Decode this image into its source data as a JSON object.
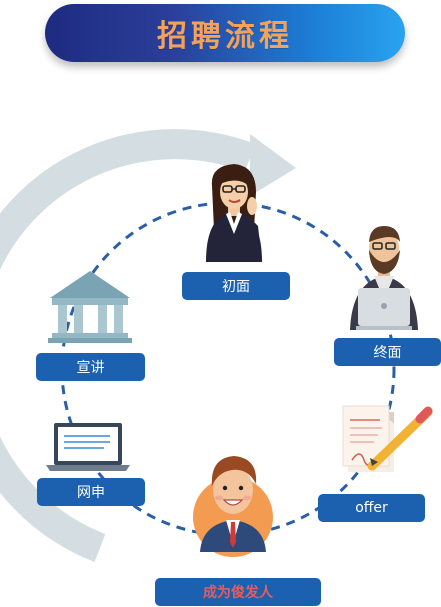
{
  "title": "招聘流程",
  "steps": {
    "chumian": "初面",
    "xuanjiang": "宣讲",
    "zhongmian": "终面",
    "wangshen": "网申",
    "offer": "offer",
    "final": "成为俊发人"
  },
  "colors": {
    "pill": "#1c61b0",
    "dashed_ring": "#2a5fa8",
    "arc": "#d4dee2",
    "final_text": "#e85c5c",
    "title_text": "#f3a25c"
  },
  "icons": {
    "chumian": "businesswoman-phone-icon",
    "xuanjiang": "bank-building-icon",
    "zhongmian": "bearded-man-laptop-icon",
    "wangshen": "laptop-icon",
    "offer": "contract-pen-icon",
    "final": "smiling-man-icon"
  }
}
